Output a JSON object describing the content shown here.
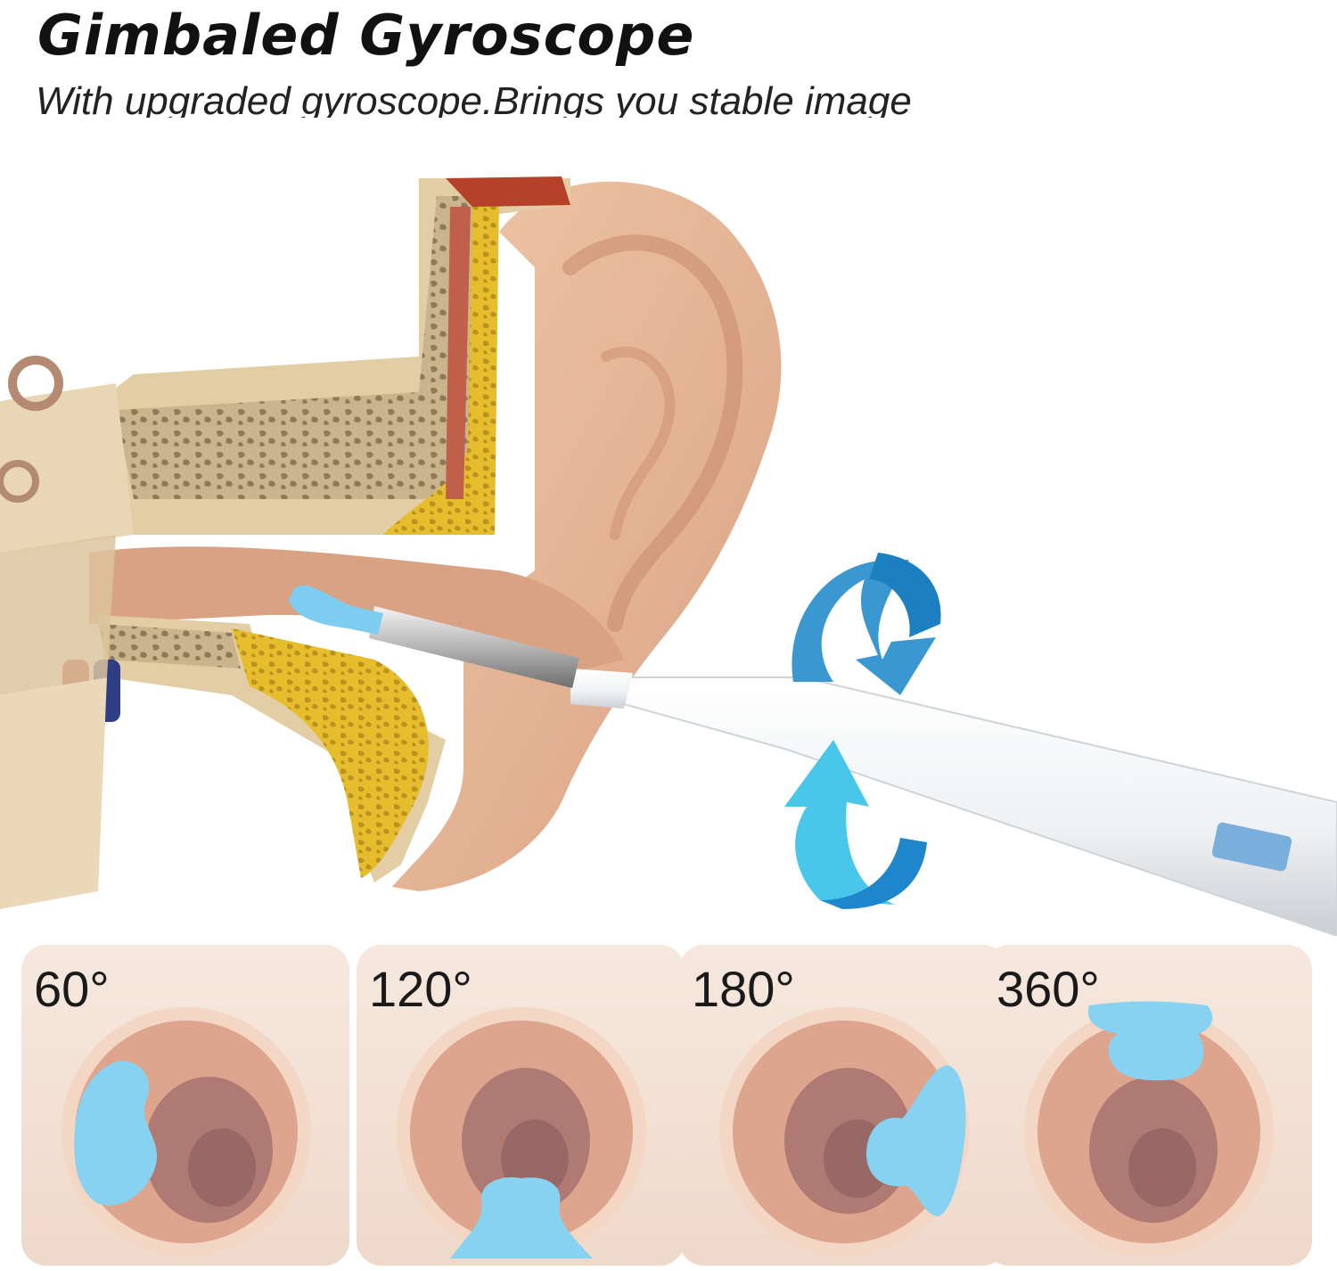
{
  "header": {
    "title": "Gimbaled Gyroscope",
    "subtitle": "With upgraded gyroscope.Brings you stable image"
  },
  "hero": {
    "illustration": "ear-cross-section-with-otoscope",
    "rotation_icon": "rotate-arrows-icon"
  },
  "panels": [
    {
      "angle": "60°"
    },
    {
      "angle": "120°"
    },
    {
      "angle": "180°"
    },
    {
      "angle": "360°"
    }
  ],
  "colors": {
    "accent_blue": "#3fb3ec",
    "tip_blue": "#7ecdf0",
    "skin": "#e7b898",
    "fat_yellow": "#e2b830"
  }
}
